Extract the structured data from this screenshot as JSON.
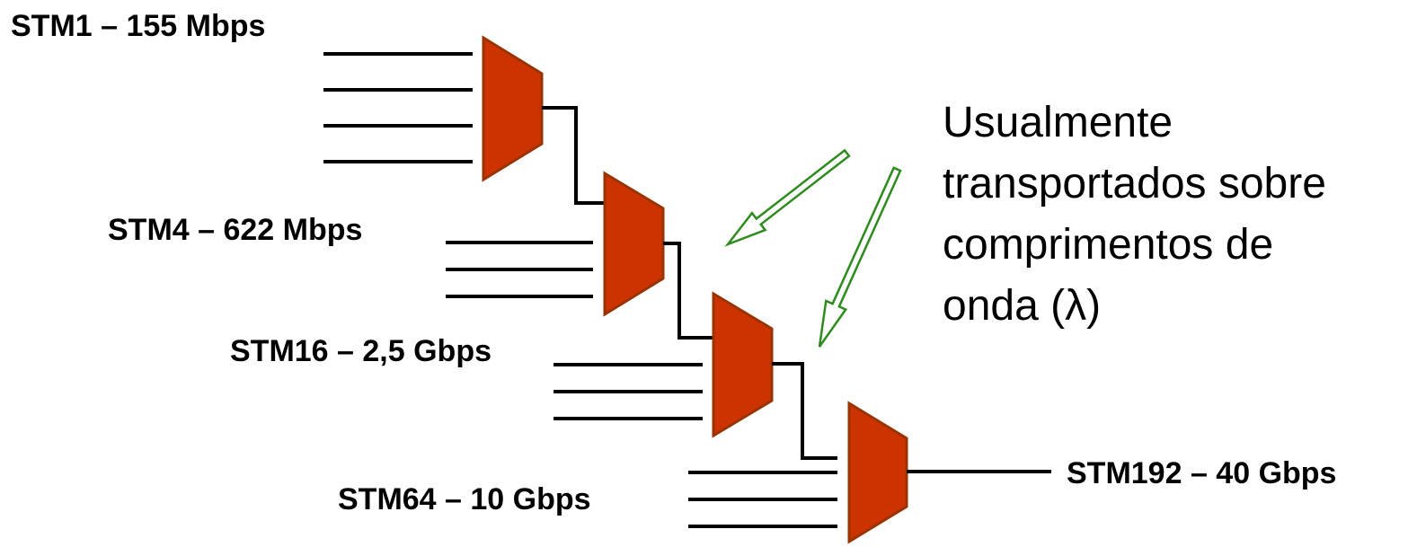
{
  "labels": {
    "stm1": "STM1 – 155 Mbps",
    "stm4": "STM4 – 622 Mbps",
    "stm16": "STM16 – 2,5 Gbps",
    "stm64": "STM64 – 10 Gbps",
    "stm192": "STM192 – 40 Gbps"
  },
  "note": {
    "line1": "Usualmente",
    "line2": "transportados sobre",
    "line3": "comprimentos de",
    "line4": "onda (λ)"
  },
  "colors": {
    "mux_fill": "#cc3300",
    "mux_stroke": "#993300",
    "arrow_outline": "#2e8b1e",
    "wire": "#000000"
  }
}
